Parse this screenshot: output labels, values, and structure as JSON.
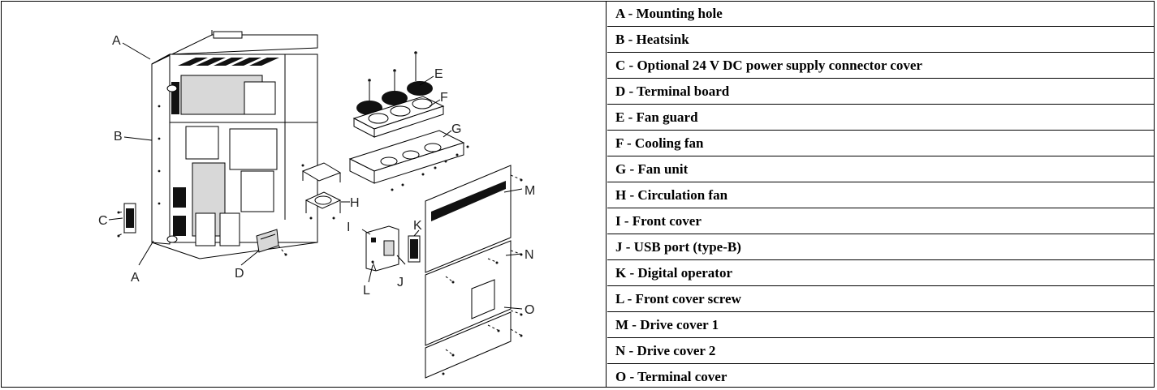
{
  "diagram": {
    "callouts": [
      "A",
      "B",
      "C",
      "A",
      "D",
      "E",
      "F",
      "G",
      "H",
      "I",
      "K",
      "J",
      "L",
      "M",
      "N",
      "O"
    ]
  },
  "legend": {
    "items": [
      "A - Mounting hole",
      "B - Heatsink",
      "C - Optional 24 V DC power supply connector cover",
      "D - Terminal board",
      "E - Fan guard",
      "F - Cooling fan",
      "G - Fan unit",
      "H - Circulation fan",
      "I - Front cover",
      "J - USB port (type-B)",
      "K - Digital operator",
      "L - Front cover screw",
      "M - Drive cover 1",
      "N - Drive cover 2",
      "O - Terminal cover"
    ]
  }
}
